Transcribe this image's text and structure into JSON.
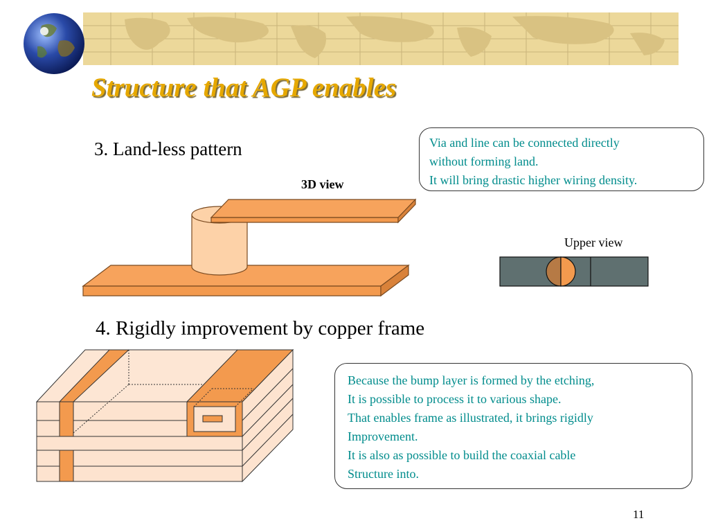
{
  "slide": {
    "title": "Structure that AGP enables",
    "section3_heading": "3. Land-less pattern",
    "label_3d_view": "3D view",
    "label_upper_view": "Upper view",
    "section4_heading": "4. Rigidly improvement by copper frame",
    "page_number": "11"
  },
  "note_top": {
    "lines": [
      "Via and line can be connected directly",
      "without forming land.",
      "It will bring drastic higher wiring density."
    ]
  },
  "note_bottom": {
    "lines": [
      "Because the bump layer is formed by the etching,",
      "It is possible to process it to various shape.",
      "That enables frame as illustrated, it brings rigidly",
      "Improvement.",
      "It is also as possible to build the coaxial cable",
      "Structure into."
    ]
  },
  "colors": {
    "title": "#e6a800",
    "note_text": "#008c8c",
    "copper": "#f7a35c",
    "via": "#fdd2a8",
    "substrate": "#fde3cf",
    "upper_view_body": "#5f7070",
    "banner": "#ecd89a"
  },
  "icons": {
    "globe": "globe-icon"
  }
}
